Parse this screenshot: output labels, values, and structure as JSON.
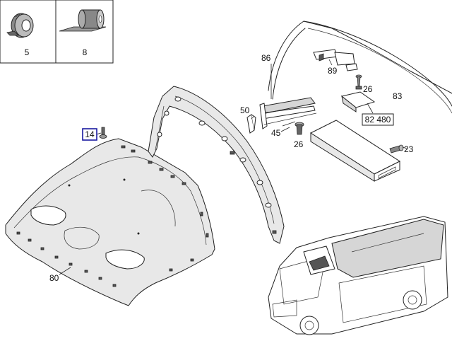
{
  "legend": [
    {
      "number": "5",
      "icon": "tape-roll-icon"
    },
    {
      "number": "8",
      "icon": "felt-roll-icon"
    }
  ],
  "callouts": {
    "c86": "86",
    "c89": "89",
    "c26a": "26",
    "c83": "83",
    "c50": "50",
    "c82480": "82 480",
    "c45": "45",
    "c26b": "26",
    "c23": "23",
    "c14": "14",
    "c80": "80"
  },
  "colors": {
    "selected_callout_border": "#1a1aa0",
    "line": "#222222",
    "panel_fill": "#e8e8e8"
  }
}
